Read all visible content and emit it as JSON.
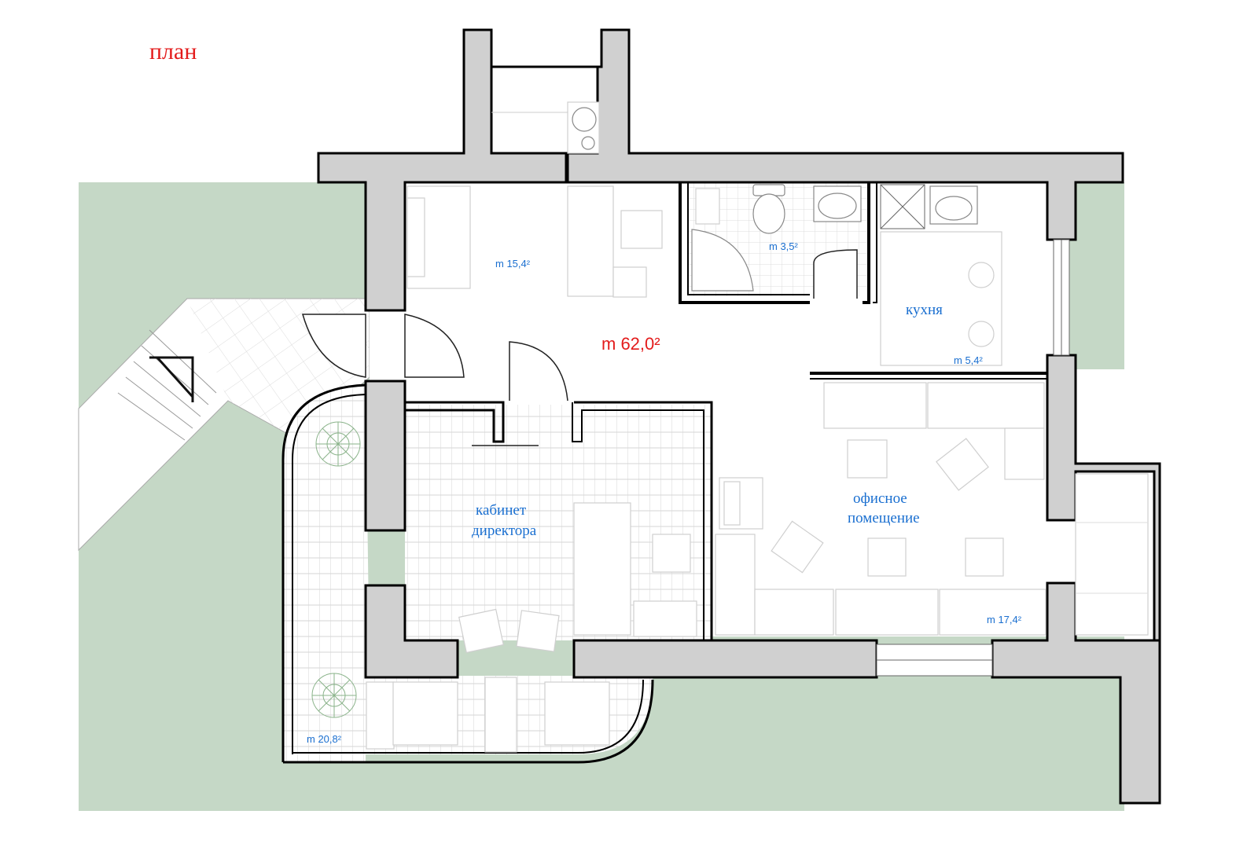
{
  "title": "план",
  "total_area": "m 62,0²",
  "colors": {
    "title": "#e31b1b",
    "labels": "#1a6fd0",
    "lawn": "#c5d8c6",
    "walls": "#d0d0d0"
  },
  "rooms": {
    "entrance_area": "m 15,4²",
    "bathroom_area": "m 3,5²",
    "kitchen_name": "кухня",
    "kitchen_area": "m 5,4²",
    "office_name_line1": "офисное",
    "office_name_line2": "помещение",
    "office_area": "m 17,4²",
    "director_name_line1": "кабинет",
    "director_name_line2": "директора",
    "director_area": "m 20,8²"
  }
}
